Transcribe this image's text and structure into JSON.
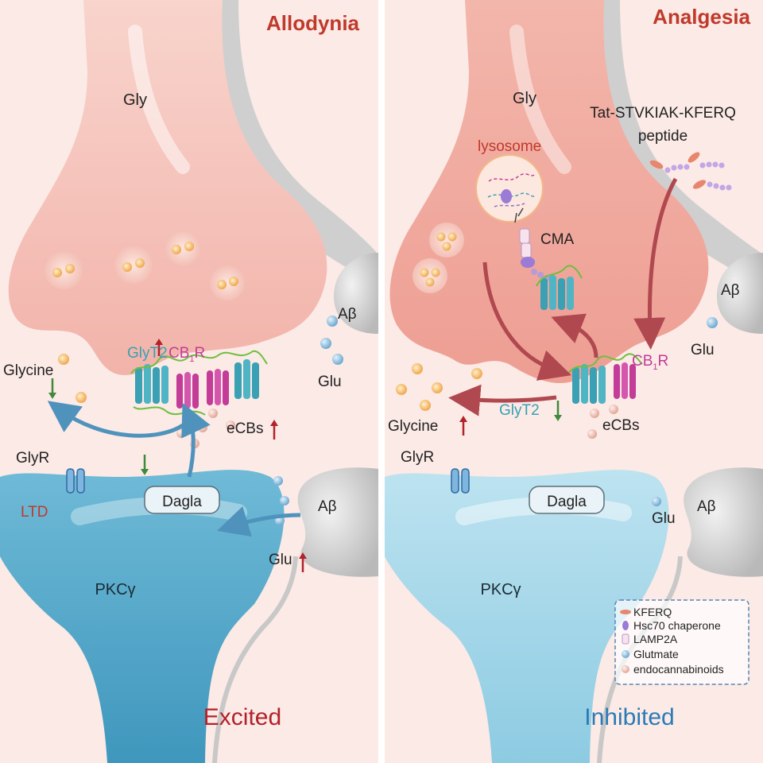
{
  "colors": {
    "background": "#fbeae6",
    "divider": "#ffffff",
    "presynaptic": "#f6c3bb",
    "postsynaptic": "#5aaecd",
    "postsynaptic_light": "#9fd4e6",
    "glia": "#c9c9c9",
    "title_red": "#c0392b",
    "inhibited_blue": "#2b7bb5",
    "receptor_teal": "#3aa0b3",
    "cb1_magenta": "#c33c98",
    "arrow_blue": "#4f93bd",
    "arrow_red": "#b0484f",
    "increase_arrow": "#b3222a",
    "decrease_arrow": "#3f8a3a"
  },
  "left": {
    "title": "Allodynia",
    "state": "Excited",
    "gly": "Gly",
    "glyt2": "GlyT2",
    "cb1_main": "CB",
    "cb1_sub": "1",
    "cb1_r": "R",
    "glycine": "Glycine",
    "glu_top": "Glu",
    "ab_top": "Aβ",
    "ecbs": "eCBs",
    "glyr": "GlyR",
    "ltd": "LTD",
    "dagla": "Dagla",
    "ab_bottom": "Aβ",
    "glu_bottom": "Glu",
    "pkc": "PKCγ"
  },
  "right": {
    "title": "Analgesia",
    "state": "Inhibited",
    "gly": "Gly",
    "peptide_line1": "Tat-STVKIAK-KFERQ",
    "peptide_line2": "peptide",
    "lysosome": "lysosome",
    "cma": "CMA",
    "ab_top": "Aβ",
    "cb1_main": "CB",
    "cb1_sub": "1",
    "cb1_r": "R",
    "glu_top": "Glu",
    "glycine": "Glycine",
    "glyt2": "GlyT2",
    "ecbs": "eCBs",
    "glyr": "GlyR",
    "dagla": "Dagla",
    "ab_bottom": "Aβ",
    "glu_bottom": "Glu",
    "pkc": "PKCγ"
  },
  "legend": [
    {
      "icon": "kferq-icon",
      "label": "KFERQ"
    },
    {
      "icon": "hsc70-icon",
      "label": "Hsc70 chaperone"
    },
    {
      "icon": "lamp2a-icon",
      "label": "LAMP2A"
    },
    {
      "icon": "glutamate-icon",
      "label": "Glutmate"
    },
    {
      "icon": "endocannabinoid-icon",
      "label": "endocannabinoids"
    }
  ]
}
